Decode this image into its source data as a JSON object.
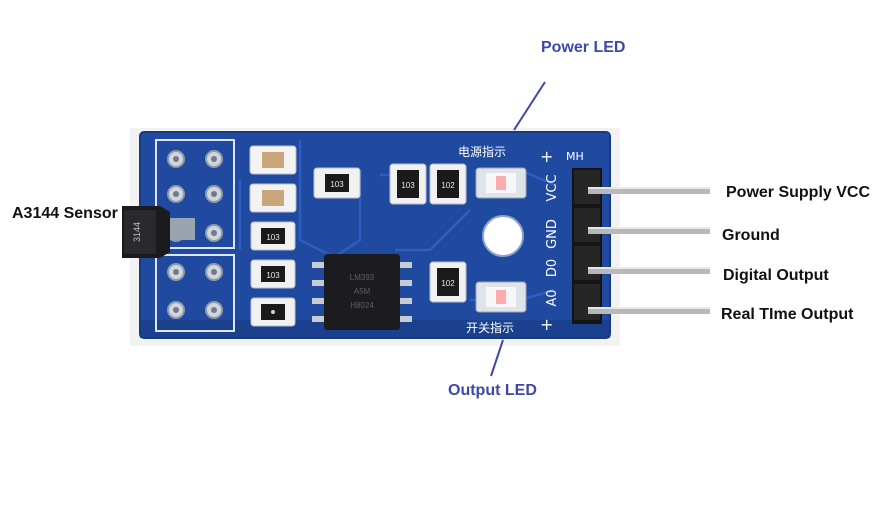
{
  "labels": {
    "power_led": "Power LED",
    "output_led": "Output LED",
    "sensor": "A3144 Sensor",
    "pin_vcc": "Power Supply VCC",
    "pin_gnd": "Ground",
    "pin_do": "Digital Output",
    "pin_ao": "Real TIme Output"
  },
  "board": {
    "silk_top": "电源指示",
    "silk_bottom": "开关指示",
    "silk_mh": "MH",
    "pins": [
      "VCC",
      "GND",
      "D0",
      "A0"
    ],
    "ic_marking": [
      "LM393",
      "A5M",
      "H8024"
    ],
    "resistor_codes": [
      "103",
      "103",
      "103",
      "103",
      "102",
      "102"
    ],
    "sensor_marking": "3144"
  },
  "colors": {
    "pcb": "#1f4aa0",
    "callout_blue": "#3f48a8",
    "label_black": "#111111"
  }
}
